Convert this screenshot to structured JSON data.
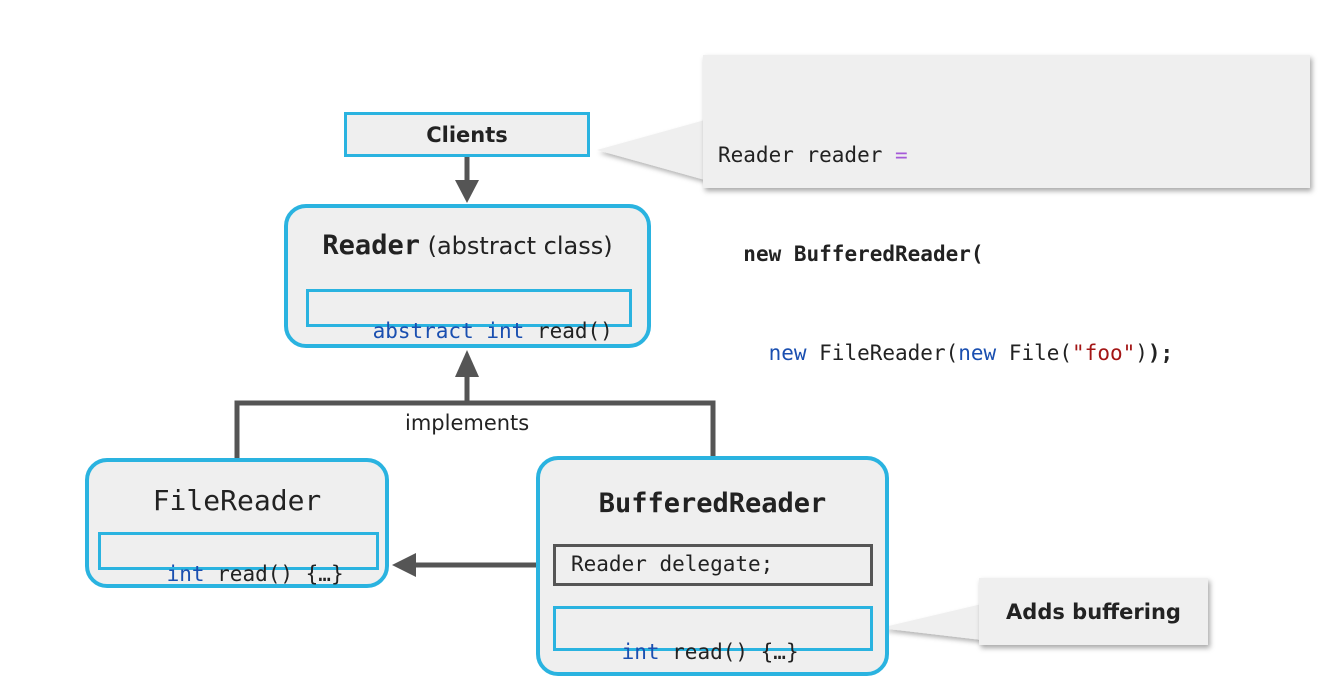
{
  "clients": {
    "label": "Clients"
  },
  "code_callout": {
    "line1_a": "Reader reader",
    "line1_op": " =",
    "line2_kw": "new",
    "line2_rest": " BufferedReader(",
    "line3_kw1": "new",
    "line3_mid1": " FileReader(",
    "line3_kw2": "new",
    "line3_mid2": " File(",
    "line3_str": "\"foo\"",
    "line3_close": ")",
    "line3_end": ");"
  },
  "reader": {
    "name": "Reader",
    "suffix": " (abstract class)",
    "method_kw": "abstract int",
    "method_rest": " read()"
  },
  "implements_label": "implements",
  "file_reader": {
    "name": "FileReader",
    "method_kw": "int",
    "method_rest": " read() {…}"
  },
  "buffered_reader": {
    "name": "BufferedReader",
    "field": "Reader delegate;",
    "method_kw": "int",
    "method_rest": " read() {…}"
  },
  "note": {
    "label": "Adds buffering"
  },
  "colors": {
    "accent": "#2ab3e0",
    "arrow": "#555555",
    "box_fill": "#efefef",
    "keyword": "#1a4fb0",
    "string": "#a31515"
  }
}
